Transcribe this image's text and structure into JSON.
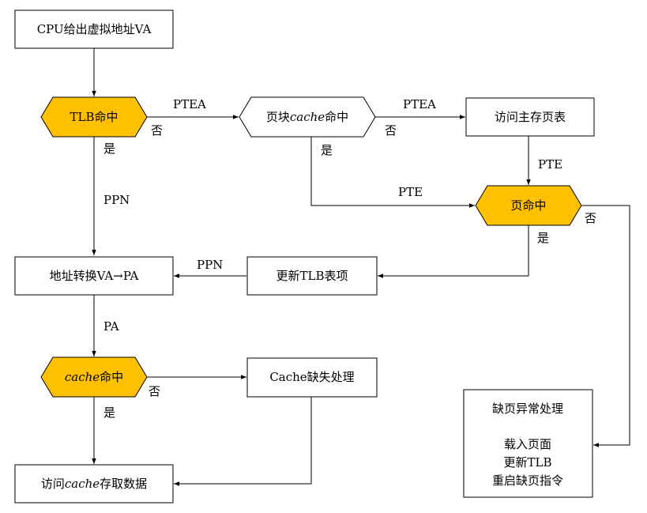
{
  "nodes": {
    "cpu_va": "CPU给出虚拟地址VA",
    "tlb_hit": "TLB命中",
    "pte_cache_hit_pre": "页块",
    "pte_cache_hit_em": "cache",
    "pte_cache_hit_post": "命中",
    "access_page_table": "访问主存页表",
    "page_hit": "页命中",
    "addr_translate": "地址转换VA→PA",
    "update_tlb": "更新TLB表项",
    "cache_hit_em": "cache",
    "cache_hit_post": "命中",
    "cache_miss": "Cache缺失处理",
    "access_data_pre": "访问",
    "access_data_em": "cache",
    "access_data_post": "存取数据",
    "page_fault_title": "缺页异常处理",
    "page_fault_line1": "载入页面",
    "page_fault_line2": "更新TLB",
    "page_fault_line3": "重启缺页指令"
  },
  "edge_labels": {
    "tlb_no": "否",
    "tlb_yes": "是",
    "ptea_1": "PTEA",
    "ptea_2": "PTEA",
    "pte_cache_no": "否",
    "pte_cache_yes": "是",
    "ppn_1": "PPN",
    "pte_1": "PTE",
    "pte_2": "PTE",
    "page_no": "否",
    "page_yes": "是",
    "ppn_2": "PPN",
    "pa": "PA",
    "cache_no": "否",
    "cache_yes": "是"
  }
}
